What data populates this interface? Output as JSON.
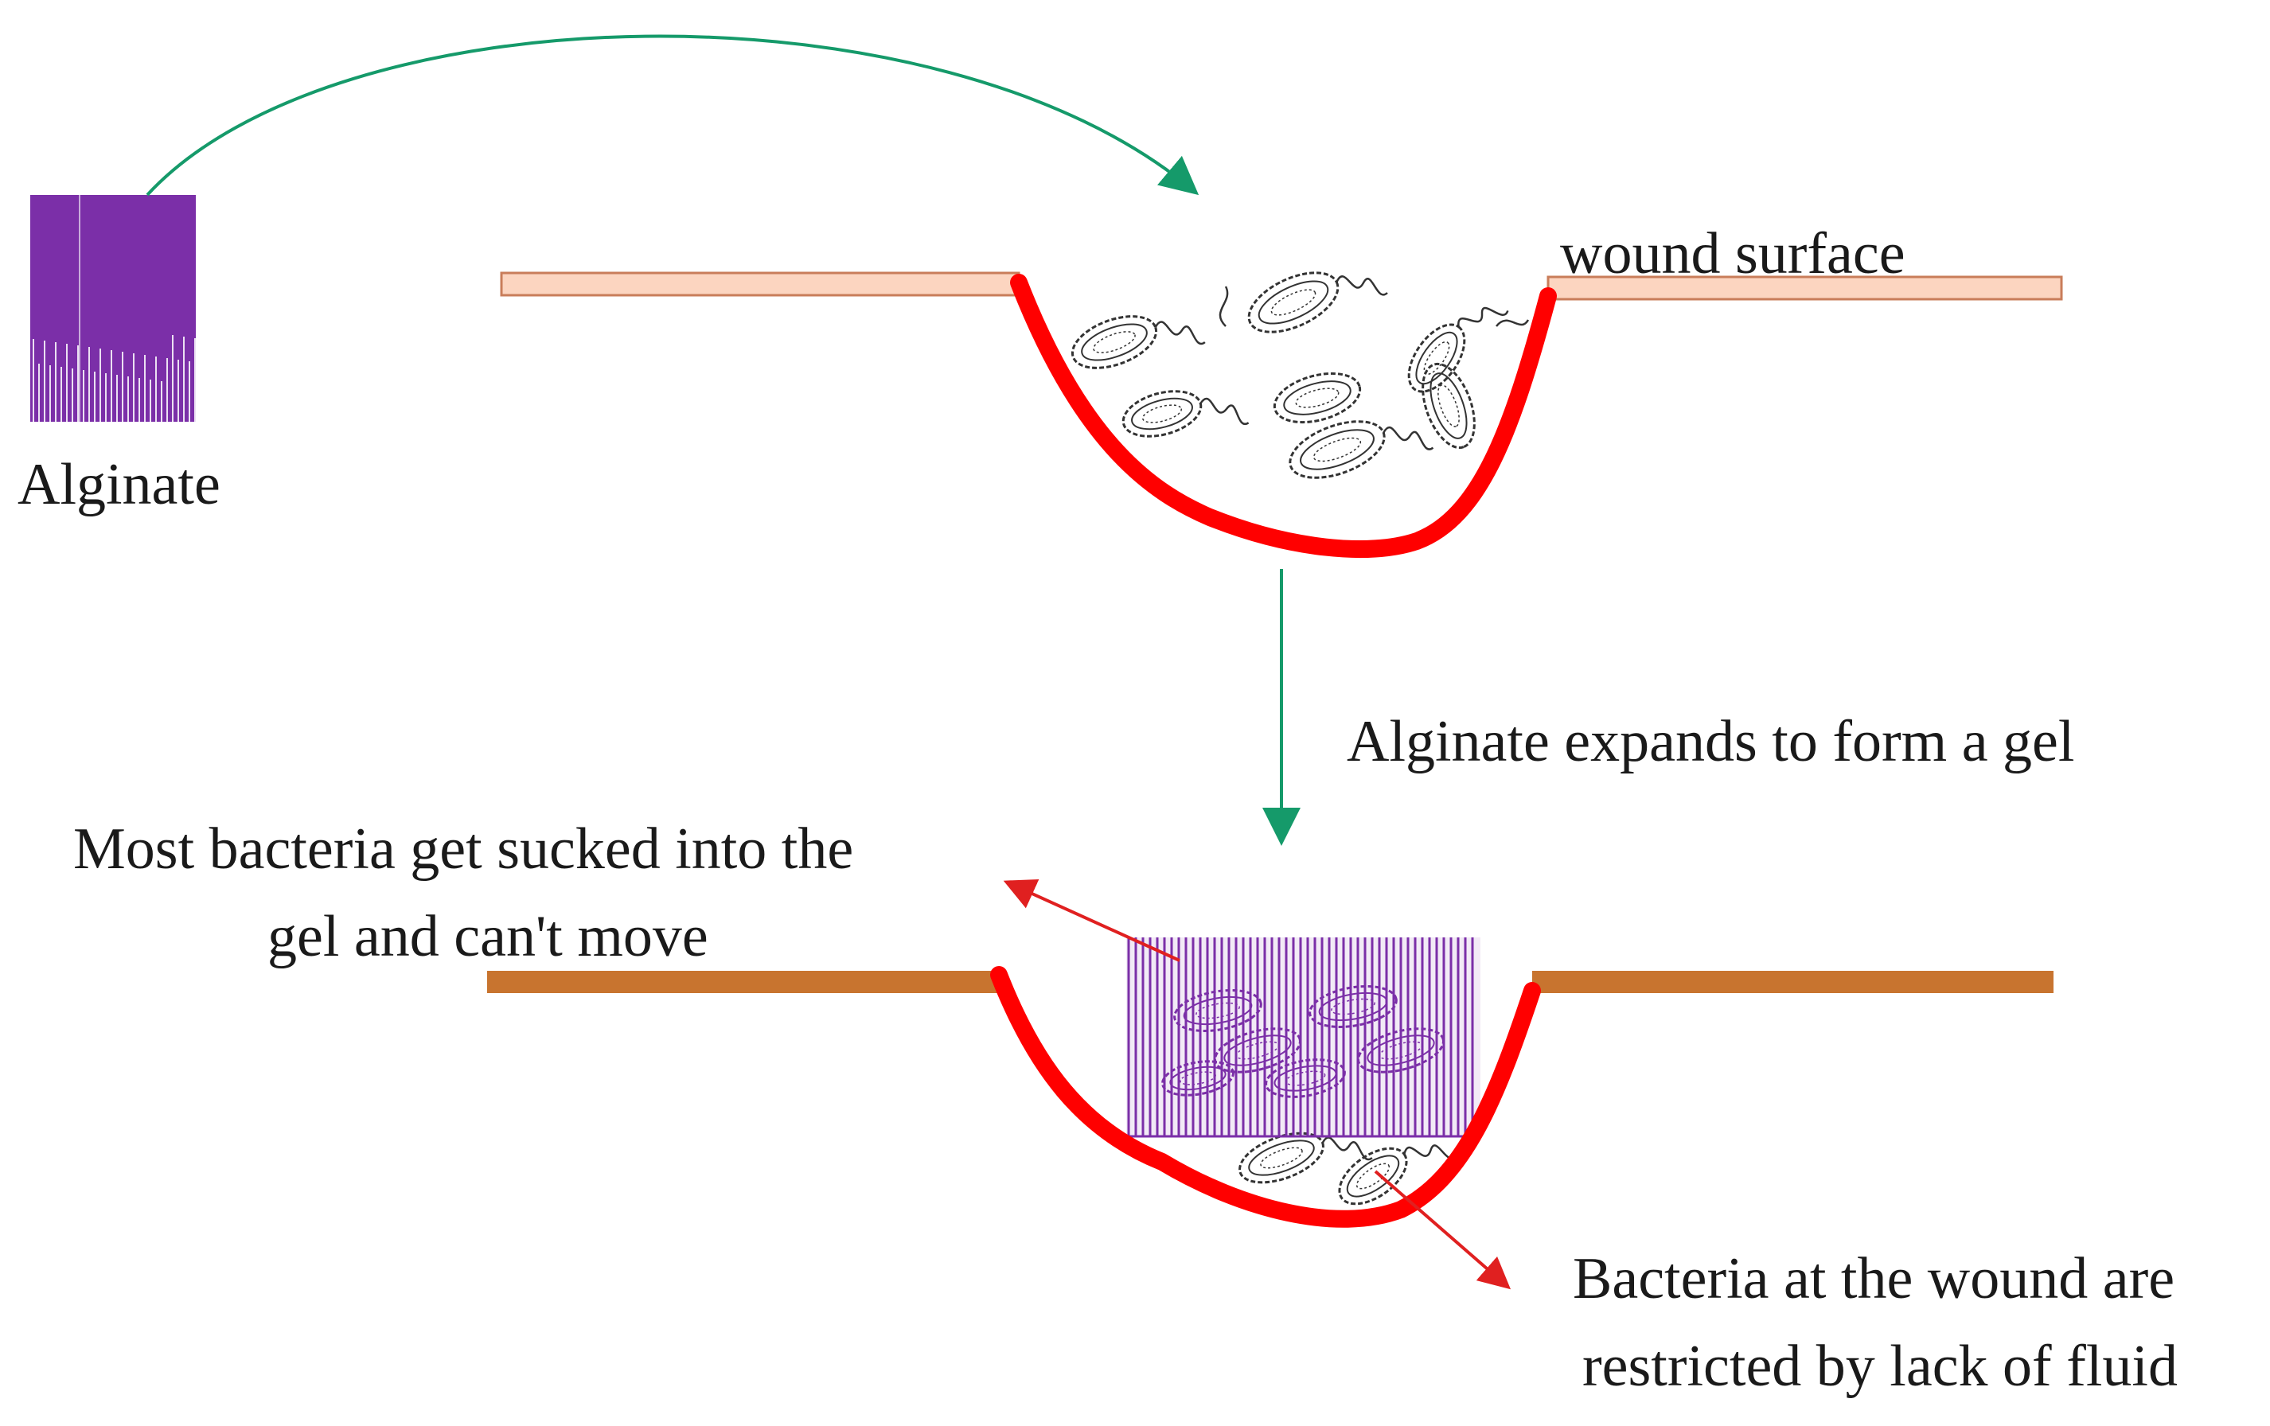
{
  "labels": {
    "alginate": "Alginate",
    "wound_surface": "wound surface",
    "expands": "Alginate expands to form a gel",
    "sucked_line1": "Most bacteria get sucked into the",
    "sucked_line2": "gel and can't move",
    "restricted_line1": "Bacteria at the wound are",
    "restricted_line2": "restricted by lack of fluid"
  },
  "colors": {
    "alginate": "#7b2fa8",
    "wound_edge": "#ff0000",
    "skin_before": "#fcd5c0",
    "skin_before_border": "#c97d5a",
    "skin_after": "#c8742f",
    "flow_arrow": "#159a6a",
    "pointer_arrow": "#e02020",
    "bacteria": "#333333"
  },
  "icons": {
    "bacterium": "bacterium-icon",
    "alginate_block": "alginate-fiber-block"
  }
}
